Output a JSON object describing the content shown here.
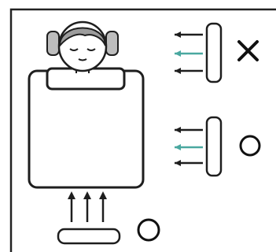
{
  "diagram": {
    "person": {
      "icon": "sleeping-child-face-icon",
      "state": "sleeping"
    },
    "bed": {
      "icon": "bed-with-pillow-icon"
    },
    "heaters": [
      {
        "id": "side-heater-top",
        "position": "side",
        "flow": "toward-head",
        "verdict_icon": "cross-mark-icon",
        "verdict_mark": "×"
      },
      {
        "id": "side-heater-middle",
        "position": "side",
        "flow": "toward-bed",
        "verdict_icon": "circle-mark-icon",
        "verdict_mark": "○"
      },
      {
        "id": "bottom-heater",
        "position": "bottom",
        "flow": "toward-feet",
        "verdict_icon": "circle-mark-icon",
        "verdict_mark": "○"
      }
    ],
    "colors": {
      "line": "#1e1e1e",
      "hair": "#9c9c9c",
      "headphones": "#bdbdbd",
      "arrow_accent": "#4aa8a0"
    }
  }
}
